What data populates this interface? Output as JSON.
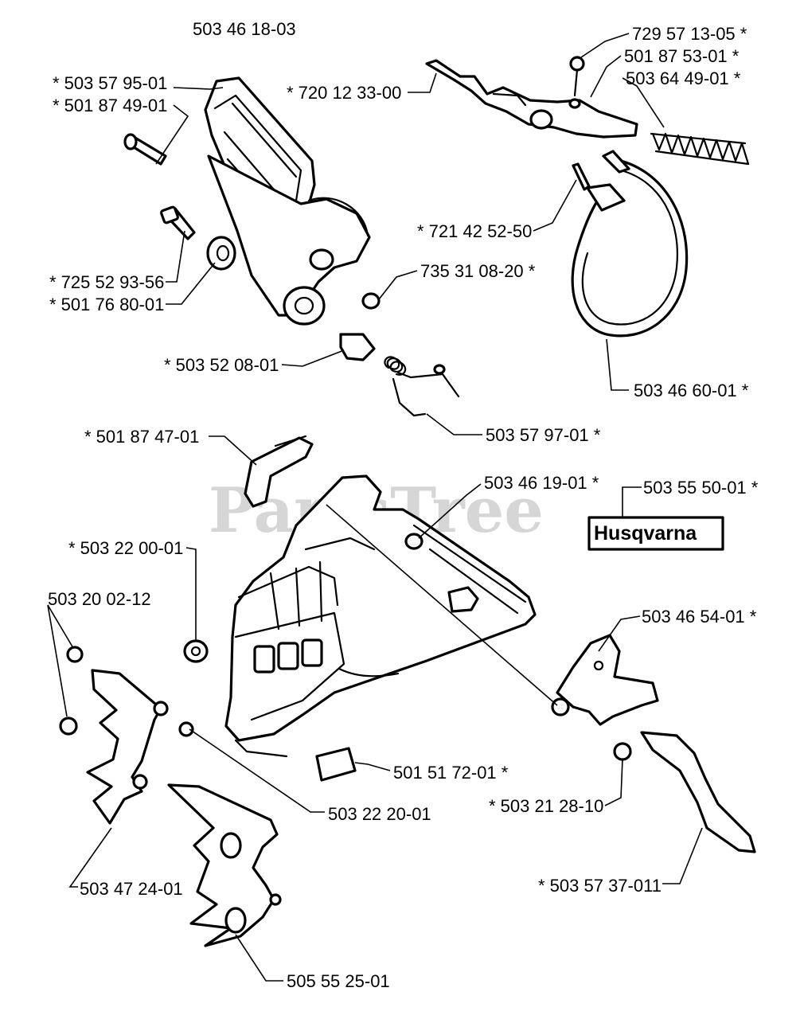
{
  "diagram": {
    "header_part_number": "503 46 18-03",
    "watermark": "PartsTree",
    "logo_text": "Husqvarna",
    "callouts": [
      {
        "id": "729-57-13-05",
        "text": "729 57 13-05  *"
      },
      {
        "id": "501-87-53-01",
        "text": "501 87 53-01  *"
      },
      {
        "id": "503-64-49-01",
        "text": "503 64 49-01  *"
      },
      {
        "id": "720-12-33-00",
        "text": "*  720 12 33-00"
      },
      {
        "id": "503-57-95-01",
        "text": "*  503 57 95-01"
      },
      {
        "id": "501-87-49-01",
        "text": "*  501 87 49-01"
      },
      {
        "id": "721-42-52-50",
        "text": "*  721 42 52-50"
      },
      {
        "id": "735-31-08-20",
        "text": "735 31 08-20  *"
      },
      {
        "id": "725-52-93-56",
        "text": "*  725 52 93-56"
      },
      {
        "id": "501-76-80-01",
        "text": "*  501 76 80-01"
      },
      {
        "id": "503-52-08-01",
        "text": "*  503 52 08-01"
      },
      {
        "id": "503-46-60-01",
        "text": "503 46 60-01  *"
      },
      {
        "id": "503-57-97-01",
        "text": "503 57 97-01  *"
      },
      {
        "id": "501-87-47-01",
        "text": "*  501 87 47-01"
      },
      {
        "id": "503-46-19-01",
        "text": "503 46 19-01  *"
      },
      {
        "id": "503-55-50-01",
        "text": "503 55 50-01  *"
      },
      {
        "id": "503-22-00-01",
        "text": "*  503 22 00-01"
      },
      {
        "id": "503-20-02-12",
        "text": "503 20 02-12"
      },
      {
        "id": "503-46-54-01",
        "text": "503 46 54-01  *"
      },
      {
        "id": "501-51-72-01",
        "text": "501 51 72-01  *"
      },
      {
        "id": "503-21-28-10",
        "text": "*  503 21 28-10"
      },
      {
        "id": "503-22-20-01",
        "text": "503 22 20-01"
      },
      {
        "id": "503-47-24-01",
        "text": "503 47 24-01"
      },
      {
        "id": "503-57-37-011",
        "text": "*  503 57 37-011"
      },
      {
        "id": "505-55-25-01",
        "text": "505 55 25-01"
      }
    ]
  }
}
